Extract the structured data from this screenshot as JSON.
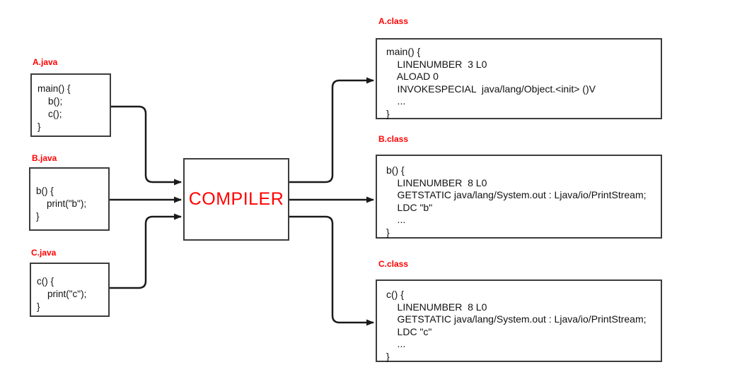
{
  "compiler": {
    "label": "COMPILER"
  },
  "source_files": [
    {
      "name": "A.java",
      "code": "main() {\n    b();\n    c();\n}"
    },
    {
      "name": "B.java",
      "code": "b() {\n    print(\"b\");\n}"
    },
    {
      "name": "C.java",
      "code": "c() {\n    print(\"c\");\n}"
    }
  ],
  "class_files": [
    {
      "name": "A.class",
      "code": "main() {\n    LINENUMBER  3 L0\n    ALOAD 0\n    INVOKESPECIAL  java/lang/Object.<init> ()V\n    ...\n}"
    },
    {
      "name": "B.class",
      "code": "b() {\n    LINENUMBER  8 L0\n    GETSTATIC java/lang/System.out : Ljava/io/PrintStream;\n    LDC \"b\"\n    ...\n}"
    },
    {
      "name": "C.class",
      "code": "c() {\n    LINENUMBER  8 L0\n    GETSTATIC java/lang/System.out : Ljava/io/PrintStream;\n    LDC \"c\"\n    ...\n}"
    }
  ],
  "colors": {
    "accent": "#ff0000",
    "line": "#1a1a1a",
    "box_border": "#3c3c3c"
  }
}
